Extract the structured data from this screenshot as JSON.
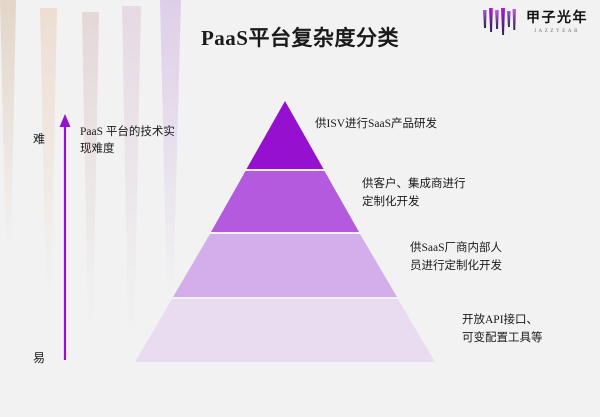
{
  "header": {
    "title": "PaaS平台复杂度分类",
    "logo": {
      "name_cn": "甲子光年",
      "name_en": "JAZZYEAR",
      "mark_icon": "logo-stripes-icon"
    }
  },
  "axis": {
    "top_label": "难",
    "bottom_label": "易",
    "note": "PaaS 平台的技术实现难度",
    "arrow_icon": "up-arrow-icon",
    "color": "#9610CF"
  },
  "colors": {
    "background": "#f2f2f2",
    "tier_1": "#9610CF",
    "tier_2": "#B45ADE",
    "tier_3": "#D4AEEA",
    "tier_4": "#E9DCF1",
    "text": "#1a1a1a"
  },
  "chart_data": {
    "type": "pyramid",
    "title": "PaaS平台复杂度分类",
    "axis_label": "PaaS 平台的技术实现难度",
    "axis_top": "难",
    "axis_bottom": "易",
    "levels": [
      {
        "rank": 1,
        "label": "供ISV进行SaaS产品研发",
        "color": "#9610CF",
        "difficulty": "难"
      },
      {
        "rank": 2,
        "label": "供客户、集成商进行\n定制化开发",
        "color": "#B45ADE",
        "difficulty": ""
      },
      {
        "rank": 3,
        "label": "供SaaS厂商内部人\n员进行定制化开发",
        "color": "#D4AEEA",
        "difficulty": ""
      },
      {
        "rank": 4,
        "label": "开放API接口、\n可变配置工具等",
        "color": "#E9DCF1",
        "difficulty": "易"
      }
    ]
  },
  "decor": {
    "wedges": [
      {
        "color": "#e8dcd2"
      },
      {
        "color": "#f0e0d6"
      },
      {
        "color": "#e7dcdc"
      },
      {
        "color": "#e8dde6"
      },
      {
        "color": "#e2d5e8"
      }
    ]
  }
}
